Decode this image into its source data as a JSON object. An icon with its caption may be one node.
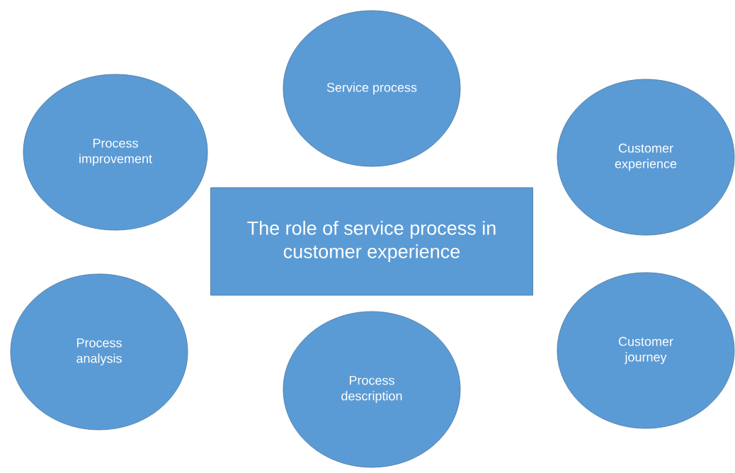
{
  "diagram": {
    "nodes": [
      {
        "text": [
          "Service process"
        ]
      },
      {
        "text": [
          "Process improvement"
        ]
      },
      {
        "text": [
          "Customer experience"
        ]
      },
      {
        "text": [
          "The role of service process in customer experience"
        ]
      },
      {
        "text": [
          "Process analysis"
        ]
      },
      {
        "text": [
          "Customer journey"
        ]
      },
      {
        "text": [
          "Process description"
        ]
      }
    ]
  }
}
